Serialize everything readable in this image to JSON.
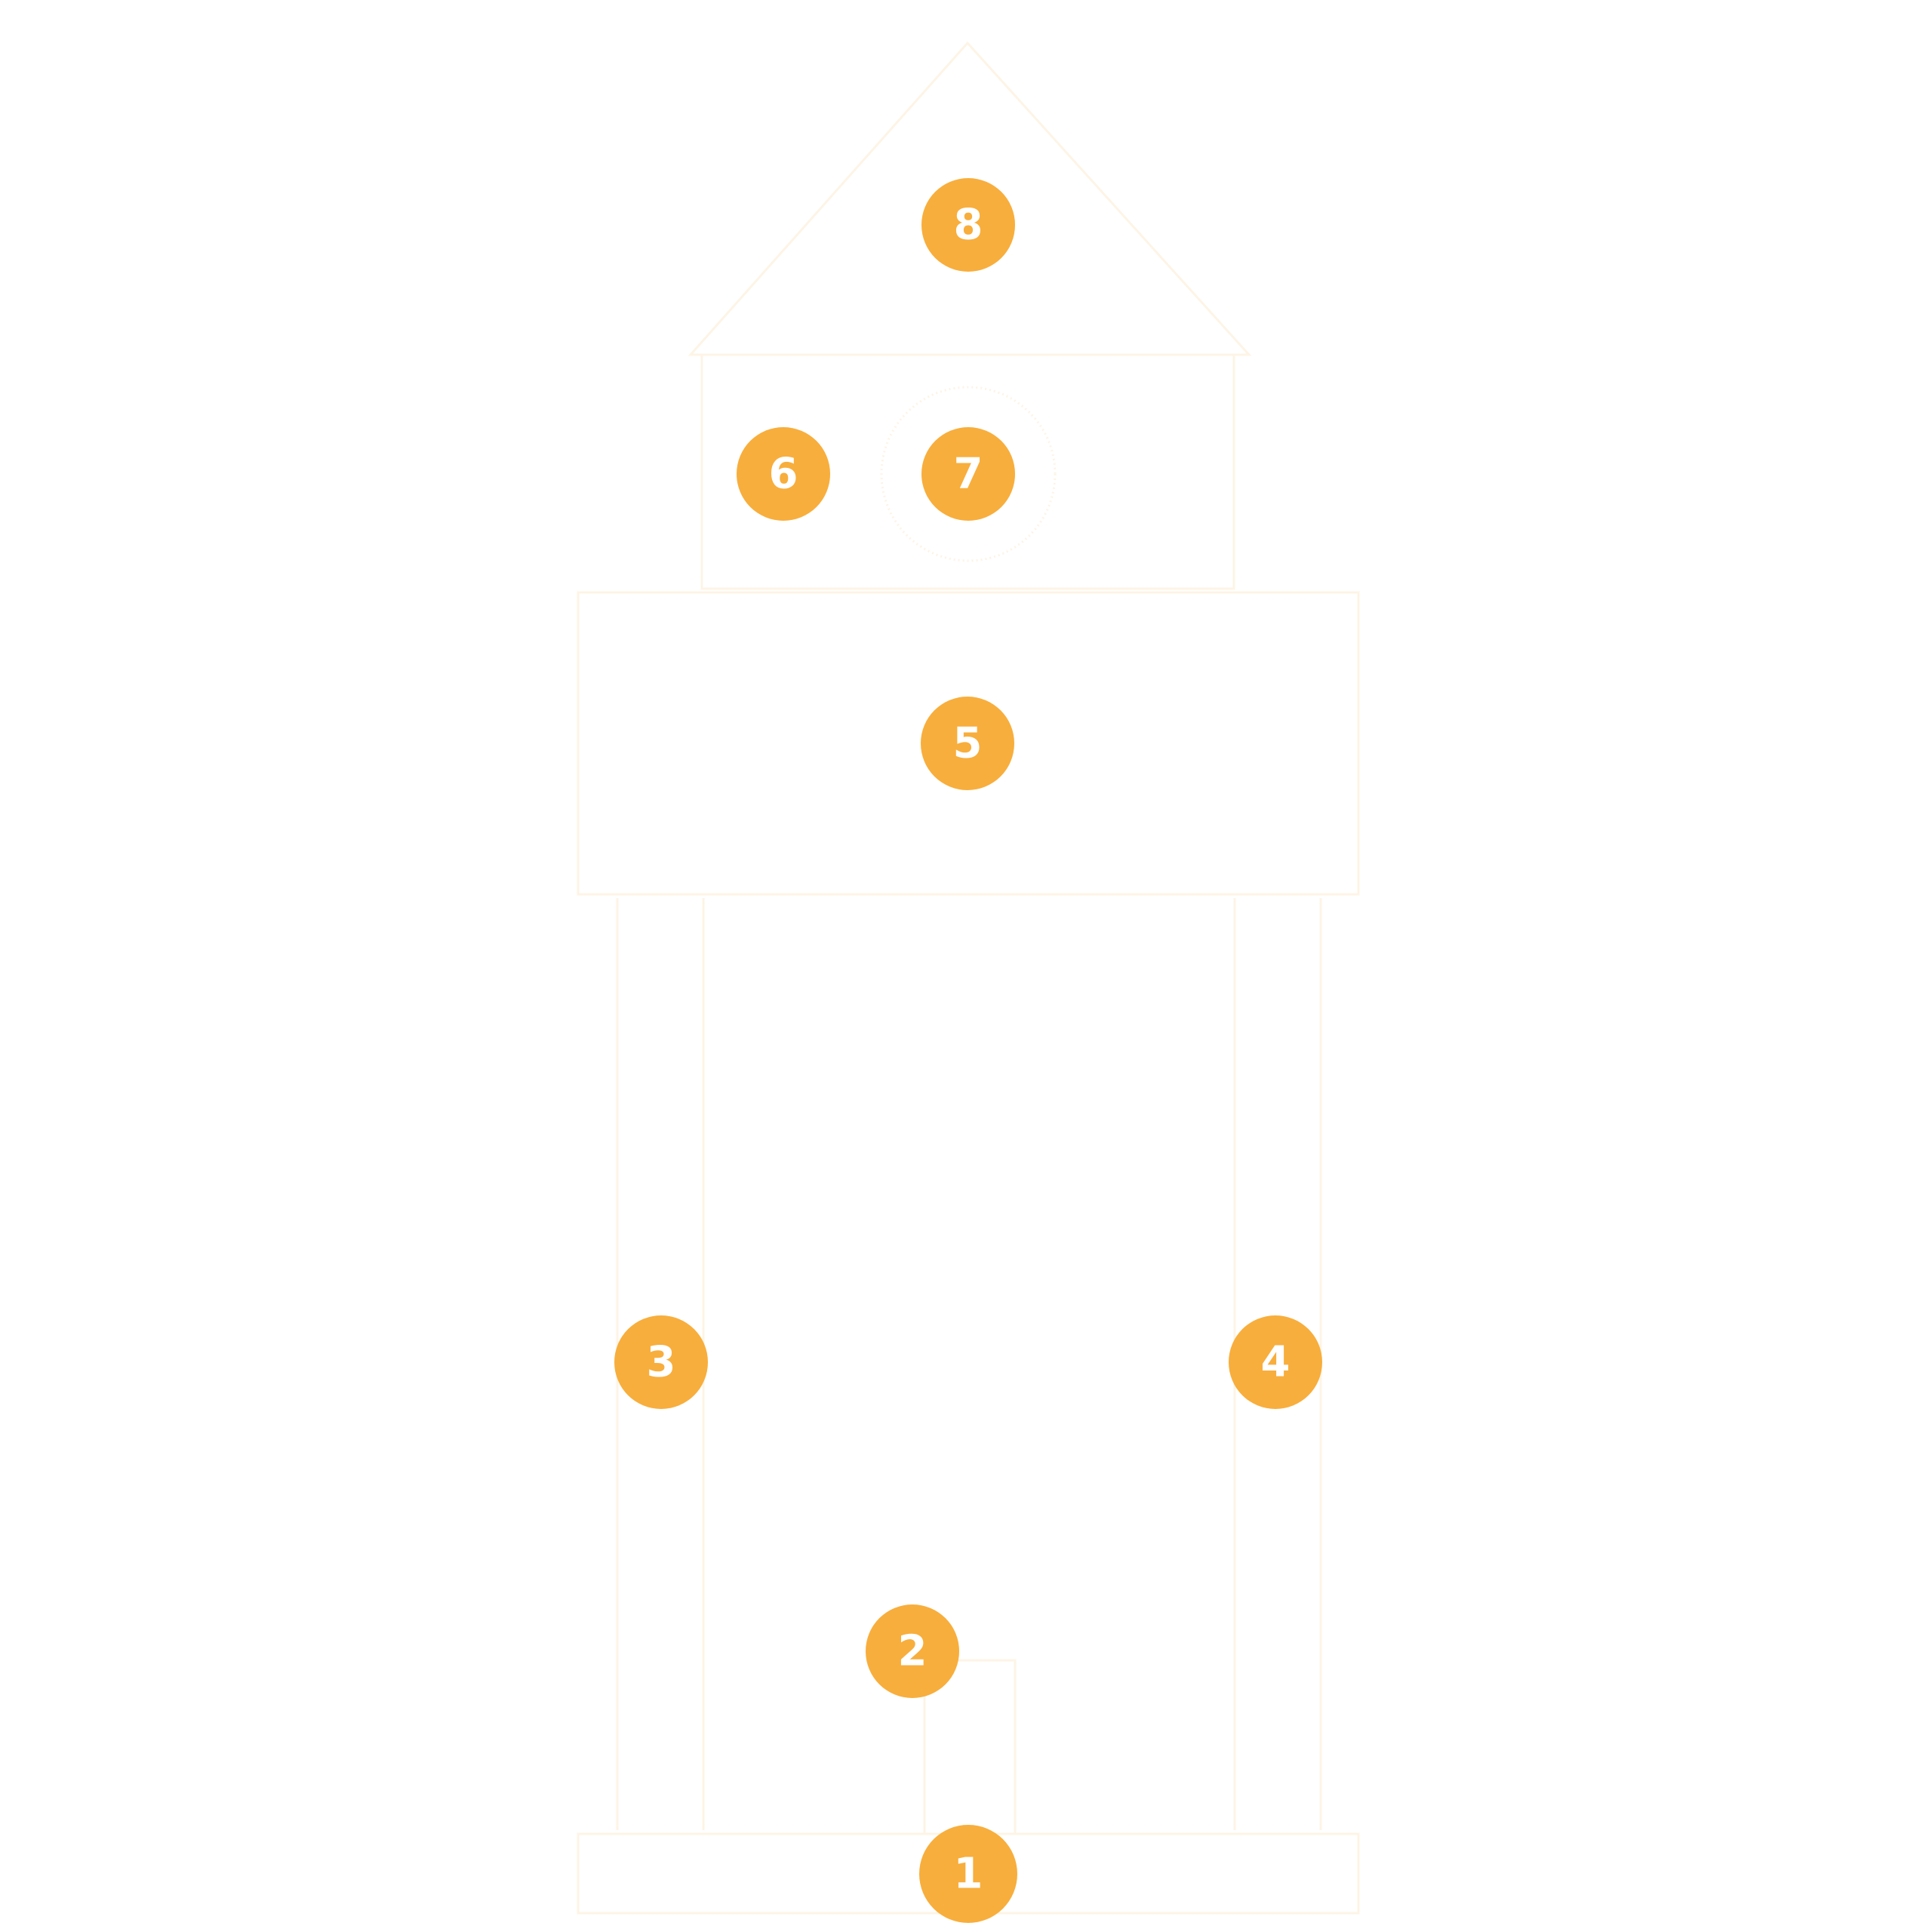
{
  "colors": {
    "marker_fill": "#f8ae3c",
    "marker_text": "#ffffff",
    "outline": "#fdf4e6",
    "background": "#ffffff"
  },
  "markers": [
    {
      "id": "marker-1",
      "label": "1"
    },
    {
      "id": "marker-2",
      "label": "2"
    },
    {
      "id": "marker-3",
      "label": "3"
    },
    {
      "id": "marker-4",
      "label": "4"
    },
    {
      "id": "marker-5",
      "label": "5"
    },
    {
      "id": "marker-6",
      "label": "6"
    },
    {
      "id": "marker-7",
      "label": "7"
    },
    {
      "id": "marker-8",
      "label": "8"
    }
  ]
}
